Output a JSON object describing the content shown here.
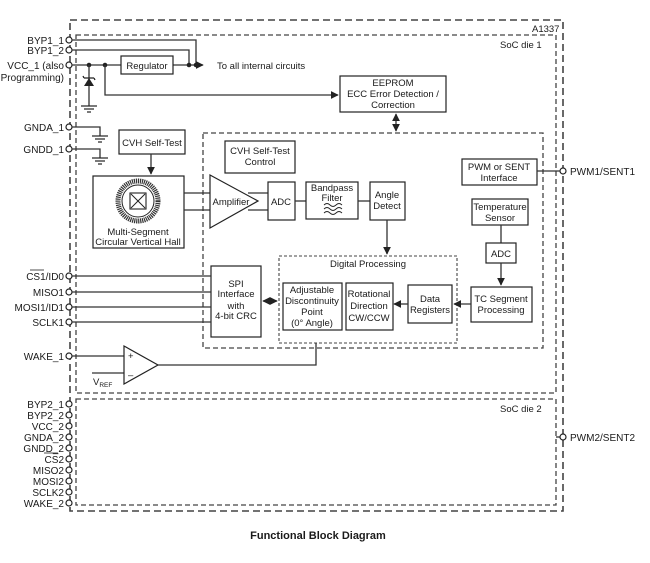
{
  "title": "Functional Block Diagram",
  "package": {
    "name": "A1337"
  },
  "dies": [
    {
      "label": "SoC die  1"
    },
    {
      "label": "SoC die  2"
    }
  ],
  "pins_die1_left": [
    {
      "name": "BYP1_1"
    },
    {
      "name": "BYP1_2"
    },
    {
      "name": "VCC_1 (also",
      "name2": "Programming)"
    },
    {
      "name": "GNDA_1"
    },
    {
      "name": "GNDD_1"
    },
    {
      "name": "CS1/ID0",
      "overbar": "CS"
    },
    {
      "name": "MISO1"
    },
    {
      "name": "MOSI1/ID1"
    },
    {
      "name": "SCLK1"
    },
    {
      "name": "WAKE_1"
    }
  ],
  "pins_die2_left": [
    {
      "name": "BYP2_1"
    },
    {
      "name": "BYP2_2"
    },
    {
      "name": "VCC_2"
    },
    {
      "name": "GNDA_2"
    },
    {
      "name": "GNDD_2"
    },
    {
      "name": "CS2",
      "overbar": "CS"
    },
    {
      "name": "MISO2"
    },
    {
      "name": "MOSI2"
    },
    {
      "name": "SCLK2"
    },
    {
      "name": "WAKE_2"
    }
  ],
  "pins_right": [
    {
      "name": "PWM1/SENT1"
    },
    {
      "name": "PWM2/SENT2"
    }
  ],
  "blocks": {
    "regulator": "Regulator",
    "to_internal": "To all internal circuits",
    "eeprom": [
      "EEPROM",
      "ECC Error Detection /",
      "Correction"
    ],
    "cvh_self_test": "CVH Self-Test",
    "cvh_self_test_control": [
      "CVH Self-Test",
      "Control"
    ],
    "cvh": [
      "Multi-Segment",
      "Circular Vertical Hall"
    ],
    "amplifier": "Amplifier",
    "adc1": "ADC",
    "bandpass": [
      "Bandpass",
      "Filter"
    ],
    "angle_detect": [
      "Angle",
      "Detect"
    ],
    "pwm_sent": [
      "PWM or SENT",
      "Interface"
    ],
    "temp_sensor": [
      "Temperature",
      "Sensor"
    ],
    "adc2": "ADC",
    "digital_processing": "Digital Processing",
    "spi": [
      "SPI",
      "Interface",
      "with",
      "4-bit CRC"
    ],
    "adj_disc": [
      "Adjustable",
      "Discontinuity",
      "Point",
      "(0° Angle)"
    ],
    "rot_dir": [
      "Rotational",
      "Direction",
      "CW/CCW"
    ],
    "data_reg": [
      "Data",
      "Registers"
    ],
    "tc_segment": [
      "TC Segment",
      "Processing"
    ],
    "comparator_plus": "+",
    "comparator_minus": "–",
    "vref": "V",
    "vref_sub": "REF"
  }
}
